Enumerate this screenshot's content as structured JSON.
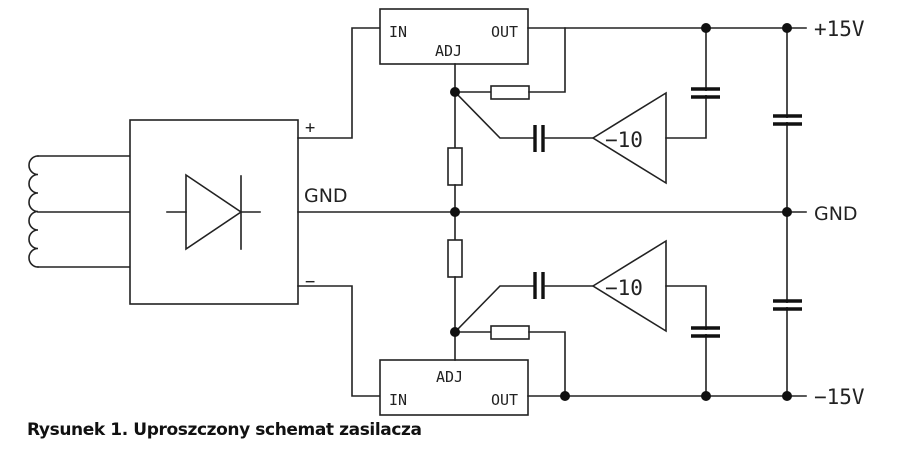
{
  "figure": {
    "caption": "Rysunek 1. Uproszczony schemat zasilacza",
    "rectifier": {
      "plus_label": "+",
      "minus_label": "−",
      "gnd_label": "GND"
    },
    "regulator_top": {
      "in_label": "IN",
      "out_label": "OUT",
      "adj_label": "ADJ"
    },
    "regulator_bottom": {
      "in_label": "IN",
      "out_label": "OUT",
      "adj_label": "ADJ"
    },
    "amplifier_top": {
      "gain_label": "−10"
    },
    "amplifier_bottom": {
      "gain_label": "−10"
    },
    "outputs": {
      "positive": "+15V",
      "ground": "GND",
      "negative": "−15V"
    }
  }
}
